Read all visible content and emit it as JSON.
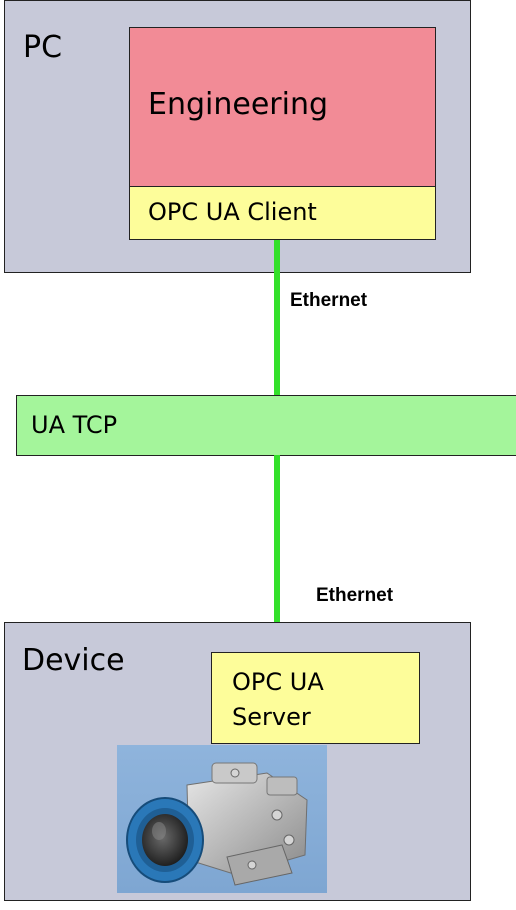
{
  "pc": {
    "label": "PC"
  },
  "engineering": {
    "label": "Engineering"
  },
  "client": {
    "label": "OPC UA Client"
  },
  "links": {
    "top_label": "Ethernet",
    "bottom_label": "Ethernet"
  },
  "transport": {
    "label": "UA TCP"
  },
  "device": {
    "label": "Device"
  },
  "server": {
    "line1": "OPC UA",
    "line2": "Server"
  },
  "colors": {
    "node_fill": "#c7c9d9",
    "engineering_fill": "#f28b96",
    "opc_fill": "#fdfd9a",
    "transport_fill": "#a4f59b",
    "link_color": "#33e02a"
  }
}
